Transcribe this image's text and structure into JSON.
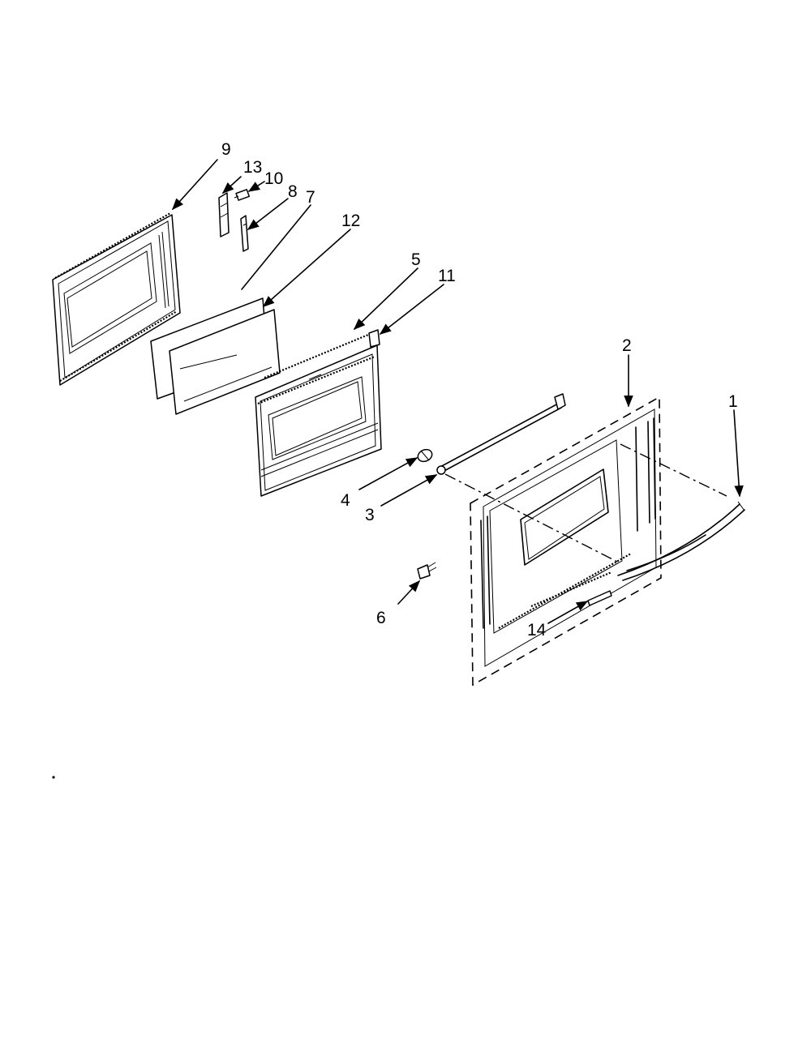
{
  "callouts": [
    {
      "id": "c9",
      "label": "9"
    },
    {
      "id": "c13",
      "label": "13"
    },
    {
      "id": "c10",
      "label": "10"
    },
    {
      "id": "c8",
      "label": "8"
    },
    {
      "id": "c7",
      "label": "7"
    },
    {
      "id": "c12",
      "label": "12"
    },
    {
      "id": "c5",
      "label": "5"
    },
    {
      "id": "c11",
      "label": "11"
    },
    {
      "id": "c2",
      "label": "2"
    },
    {
      "id": "c1",
      "label": "1"
    },
    {
      "id": "c4",
      "label": "4"
    },
    {
      "id": "c3",
      "label": "3"
    },
    {
      "id": "c6",
      "label": "6"
    },
    {
      "id": "c14",
      "label": "14"
    }
  ],
  "colors": {
    "ink": "#000000",
    "paper": "#ffffff"
  }
}
